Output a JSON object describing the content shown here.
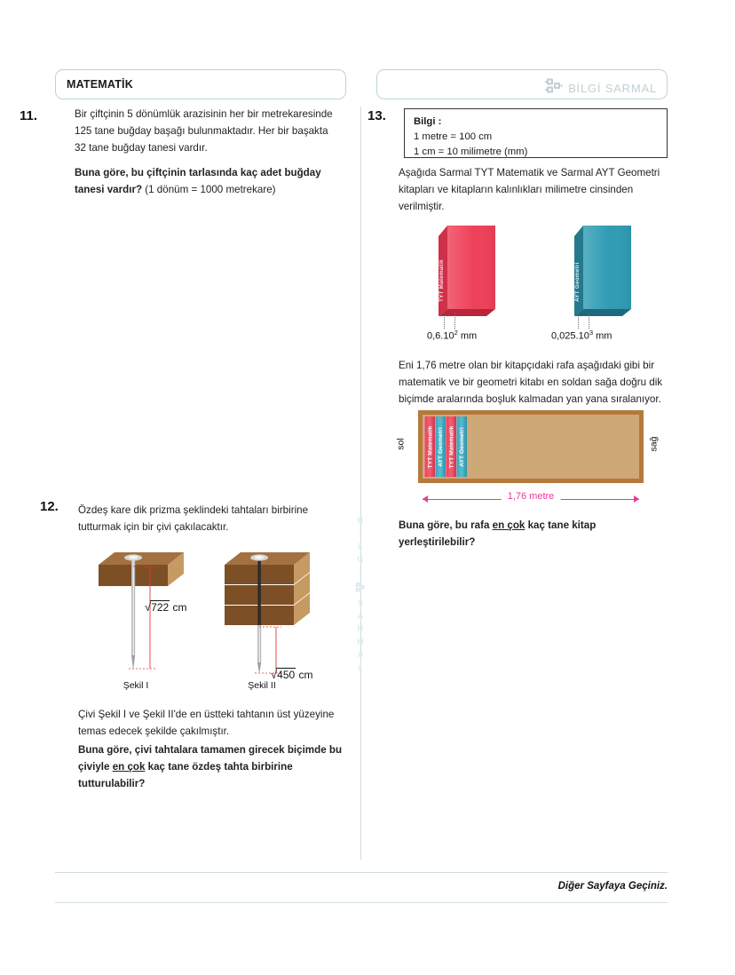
{
  "header": {
    "subject_title": "MATEMATİK",
    "brand_name": "BİLGİ SARMAL",
    "brand_logo_icon": "bilgi-sarmal-b-logo-icon"
  },
  "watermark": {
    "letters": [
      "B",
      "İ",
      "L",
      "G",
      "İ",
      "◈",
      "S",
      "A",
      "R",
      "M",
      "A",
      "L"
    ]
  },
  "questions": {
    "q11": {
      "number": "11.",
      "paragraph1": "Bir çiftçinin 5 dönümlük arazisinin her bir metrekaresinde 125 tane buğday başağı bulunmaktadır. Her bir başakta 32 tane buğday tanesi vardır.",
      "prompt_bold": "Buna göre, bu çiftçinin tarlasında kaç adet buğday tanesi vardır?",
      "prompt_rest": " (1 dönüm = 1000 metrekare)"
    },
    "q12": {
      "number": "12.",
      "paragraph1": "Özdeş kare dik prizma şeklindeki tahtaları birbirine tutturmak için bir çivi çakılacaktır.",
      "paragraph2": "Çivi Şekil I ve Şekil II'de en üstteki tahtanın üst yüzeyine temas edecek şekilde çakılmıştır.",
      "prompt_part1": "Buna göre, çivi tahtalara tamamen girecek biçimde bu çiviyle ",
      "prompt_underline": "en çok",
      "prompt_part2": " kaç tane özdeş tahta birbirine tutturulabilir?",
      "figure1": {
        "caption": "Şekil I",
        "measure_radicand": "722",
        "measure_unit": "cm",
        "board_count": 1
      },
      "figure2": {
        "caption": "Şekil II",
        "measure_radicand": "450",
        "measure_unit": "cm",
        "board_count": 3
      }
    },
    "q13": {
      "number": "13.",
      "info_box": {
        "title": "Bilgi :",
        "line1": "1 metre = 100 cm",
        "line2": "1 cm = 10 milimetre (mm)"
      },
      "paragraph1": "Aşağıda Sarmal TYT Matematik ve Sarmal AYT Geometri kitapları ve kitapların kalınlıkları milimetre cinsinden verilmiştir.",
      "paragraph2": "Eni 1,76 metre olan bir kitapçıdaki rafa aşağıdaki gibi bir matematik ve bir geometri kitabı en soldan sağa doğru dik biçimde aralarında boşluk kalmadan yan yana sıralanıyor.",
      "prompt_part1": "Buna göre, bu rafa ",
      "prompt_underline": "en çok",
      "prompt_part2": " kaç tane kitap yerleştirilebilir?",
      "books": [
        {
          "spine_text": "TYT Matematik",
          "color": "#ef4059",
          "thickness_mantissa": "0,6.10",
          "thickness_exponent": "2",
          "thickness_unit": " mm"
        },
        {
          "spine_text": "AYT Geometri",
          "color": "#2f9cb4",
          "thickness_mantissa": "0,025.10",
          "thickness_exponent": "3",
          "thickness_unit": " mm"
        }
      ],
      "shelf": {
        "left_label": "sol",
        "right_label": "sağ",
        "width_label": "1,76 metre",
        "width_label_color": "#e8399b",
        "frame_color": "#b5793a",
        "interior_color": "#cfa878",
        "books_on_shelf": [
          "TYT Matematik",
          "AYT Geometri",
          "TYT Matematik",
          "AYT Geometri"
        ]
      }
    }
  },
  "footer": {
    "next_page_text": "Diğer Sayfaya Geçiniz."
  }
}
